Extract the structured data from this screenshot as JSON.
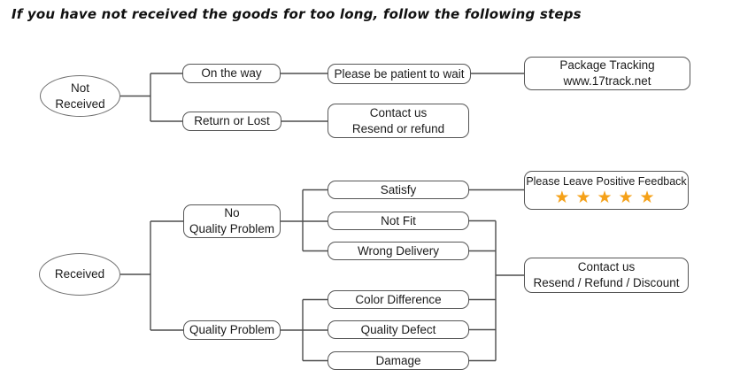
{
  "title": "If you have not received the goods for too long, follow the following steps",
  "colors": {
    "line": "#4d4d4d",
    "box_border": "#565656",
    "star": "#f5a118"
  },
  "not_received_flow": {
    "root_label": "Not\nReceived",
    "on_the_way": {
      "label": "On the way",
      "advice": "Please be patient to wait",
      "tracking": "Package Tracking\nwww.17track.net"
    },
    "return_or_lost": {
      "label": "Return or Lost",
      "contact": "Contact us\nResend or refund"
    }
  },
  "received_flow": {
    "root_label": "Received",
    "no_quality_problem": {
      "label": "No\nQuality Problem",
      "options": [
        "Satisfy",
        "Not Fit",
        "Wrong Delivery"
      ]
    },
    "quality_problem": {
      "label": "Quality Problem",
      "options": [
        "Color Difference",
        "Quality Defect",
        "Damage"
      ]
    },
    "positive_feedback": {
      "label": "Please Leave Positive Feedback",
      "stars": "★★★★★"
    },
    "contact": "Contact us\nResend / Refund / Discount"
  }
}
